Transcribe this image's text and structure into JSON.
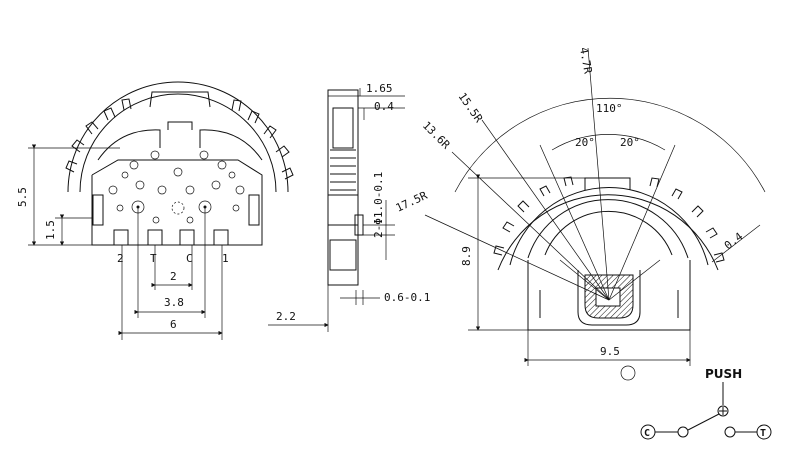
{
  "front_view": {
    "dim_height": "5.5",
    "dim_lower": "1.5",
    "dim_pitch": "2",
    "dim_outer_pins": "3.8",
    "dim_total_width": "6",
    "pin_labels": [
      "2",
      "T",
      "C",
      "1"
    ]
  },
  "side_view": {
    "dim_top": "1.65",
    "dim_pin": "0.4",
    "dim_hole": "2-Φ1.0-0.1",
    "dim_bottom": "0.6-0.1",
    "dim_offset": "2.2"
  },
  "right_view": {
    "angle_outer": "110°",
    "angle_left": "20°",
    "angle_right": "20°",
    "radius_a": "4.7R",
    "radius_b": "15.5R",
    "radius_c": "13.6R",
    "radius_d": "17.5R",
    "dim_height": "8.9",
    "dim_width": "9.5",
    "dim_edge": "0.4"
  },
  "schematic": {
    "title": "PUSH",
    "left_terminal": "C",
    "right_terminal": "T"
  }
}
